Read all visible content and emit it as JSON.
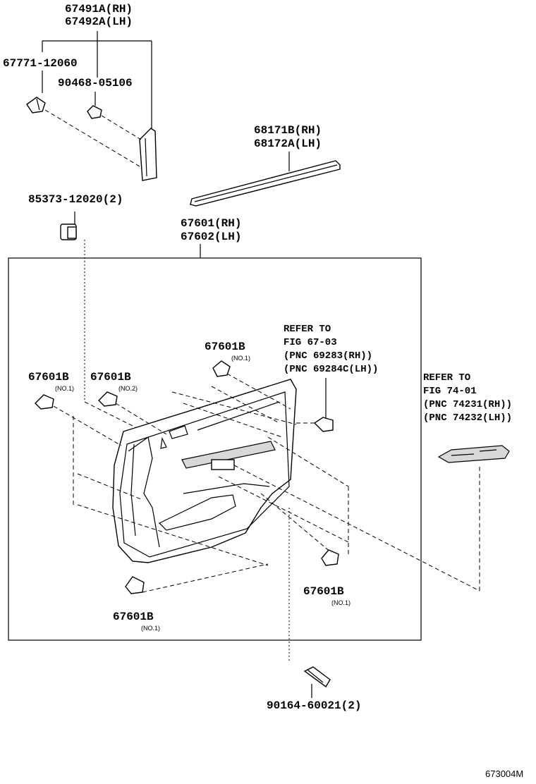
{
  "labels": {
    "p67491": "67491A(RH)",
    "p67492": "67492A(LH)",
    "p67771": "67771-12060",
    "p90468": "90468-05106",
    "p68171": "68171B(RH)",
    "p68172": "68172A(LH)",
    "p85373": "85373-12020(2)",
    "p67601": "67601(RH)",
    "p67602": "67602(LH)",
    "clip_top": "67601B",
    "clip_top_no": "(NO.1)",
    "clip_left1": "67601B",
    "clip_left1_no": "(NO.1)",
    "clip_left2": "67601B",
    "clip_left2_no": "(NO.2)",
    "clip_bottom": "67601B",
    "clip_bottom_no": "(NO.1)",
    "clip_right": "67601B",
    "clip_right_no": "(NO.1)",
    "p90164": "90164-60021(2)"
  },
  "refs": {
    "ref1": [
      "REFER TO",
      "FIG 67-03",
      "(PNC 69283(RH))",
      "(PNC 69284C(LH))"
    ],
    "ref2": [
      "REFER TO",
      "FIG 74-01",
      "(PNC 74231(RH))",
      "(PNC 74232(LH))"
    ]
  },
  "figure_code": "673004M"
}
